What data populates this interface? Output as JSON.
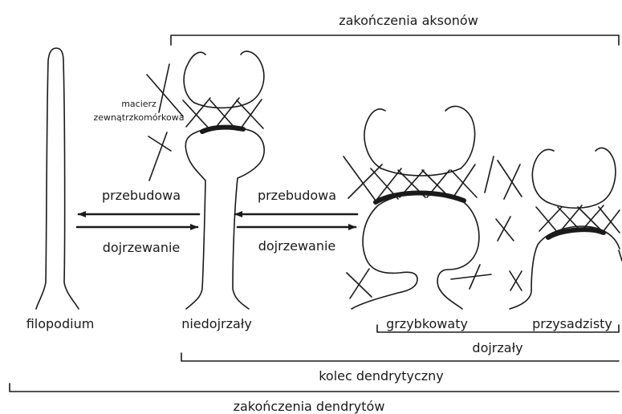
{
  "labels": {
    "axon_terminals": "zakończenia aksonów",
    "matrix_line1": "macierz",
    "matrix_line2": "zewnątrzkomórkowa",
    "remodeling_left": "przebudowa",
    "maturation_left": "dojrzewanie",
    "remodeling_right": "przebudowa",
    "maturation_right": "dojrzewanie",
    "filopodium": "filopodium",
    "immature": "niedojrzały",
    "mushroom": "grzybkowaty",
    "stubby": "przysadzisty",
    "mature": "dojrzały",
    "dendritic_spine": "kolec dendrytyczny",
    "dendrite_terminals": "zakończenia dendrytów"
  },
  "colors": {
    "stroke": "#1a1a1a",
    "background": "#ffffff"
  }
}
